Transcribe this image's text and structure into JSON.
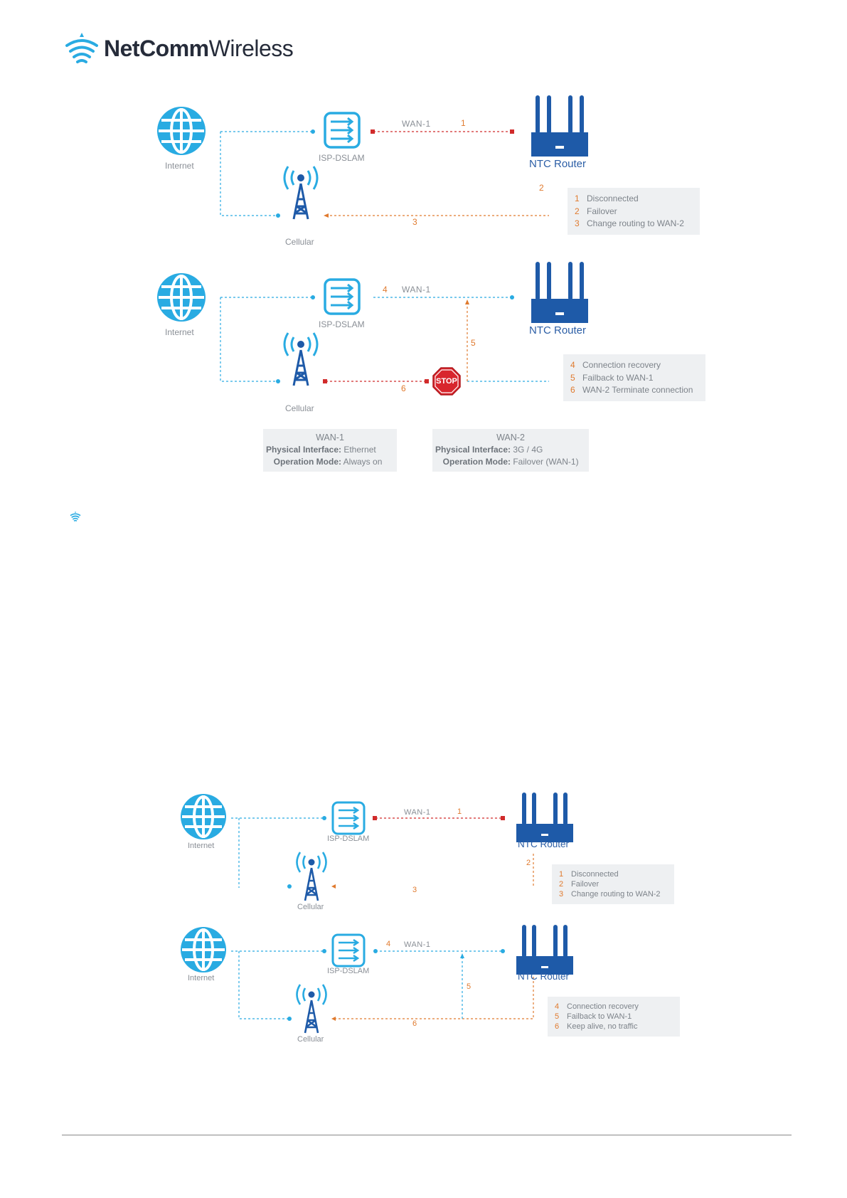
{
  "brand": {
    "name_bold": "NetComm",
    "name_regular": "Wireless"
  },
  "colors": {
    "globe": "#29abe2",
    "router": "#1e5aa8",
    "line_blue": "#29abe2",
    "line_red": "#d12b2b",
    "line_orange": "#e07a2e",
    "label_grey": "#8a8f96",
    "panel_bg": "#eef0f2",
    "stop_red": "#d8262d"
  },
  "diagram1": {
    "top": {
      "internet_label": "Internet",
      "dslam_label": "ISP-DSLAM",
      "wan_label": "WAN-1",
      "router_label": "NTC Router",
      "cellular_label": "Cellular",
      "step_1": "1",
      "step_2": "2",
      "step_3": "3",
      "legend": [
        {
          "n": "1",
          "text": "Disconnected"
        },
        {
          "n": "2",
          "text": "Failover"
        },
        {
          "n": "3",
          "text": "Change routing to WAN-2"
        }
      ]
    },
    "bottom": {
      "internet_label": "Internet",
      "dslam_label": "ISP-DSLAM",
      "wan_label": "WAN-1",
      "router_label": "NTC Router",
      "cellular_label": "Cellular",
      "stop_label": "STOP",
      "step_4": "4",
      "step_5": "5",
      "step_6": "6",
      "legend": [
        {
          "n": "4",
          "text": "Connection recovery"
        },
        {
          "n": "5",
          "text": "Failback to WAN-1"
        },
        {
          "n": "6",
          "text": "WAN-2 Terminate connection"
        }
      ]
    },
    "config": [
      {
        "title": "WAN-1",
        "k1": "Physical Interface:",
        "v1": "Ethernet",
        "k2": "Operation Mode:",
        "v2": "Always on"
      },
      {
        "title": "WAN-2",
        "k1": "Physical Interface:",
        "v1": "3G / 4G",
        "k2": "Operation Mode:",
        "v2": "Failover (WAN-1)"
      }
    ]
  },
  "diagram2": {
    "top": {
      "internet_label": "Internet",
      "dslam_label": "ISP-DSLAM",
      "wan_label": "WAN-1",
      "router_label": "NTC Router",
      "cellular_label": "Cellular",
      "step_1": "1",
      "step_2": "2",
      "step_3": "3",
      "legend": [
        {
          "n": "1",
          "text": "Disconnected"
        },
        {
          "n": "2",
          "text": "Failover"
        },
        {
          "n": "3",
          "text": "Change routing to WAN-2"
        }
      ]
    },
    "bottom": {
      "internet_label": "Internet",
      "dslam_label": "ISP-DSLAM",
      "wan_label": "WAN-1",
      "router_label": "NTC Router",
      "cellular_label": "Cellular",
      "step_4": "4",
      "step_5": "5",
      "step_6": "6",
      "legend": [
        {
          "n": "4",
          "text": "Connection recovery"
        },
        {
          "n": "5",
          "text": "Failback to WAN-1"
        },
        {
          "n": "6",
          "text": "Keep alive, no traffic"
        }
      ]
    }
  }
}
